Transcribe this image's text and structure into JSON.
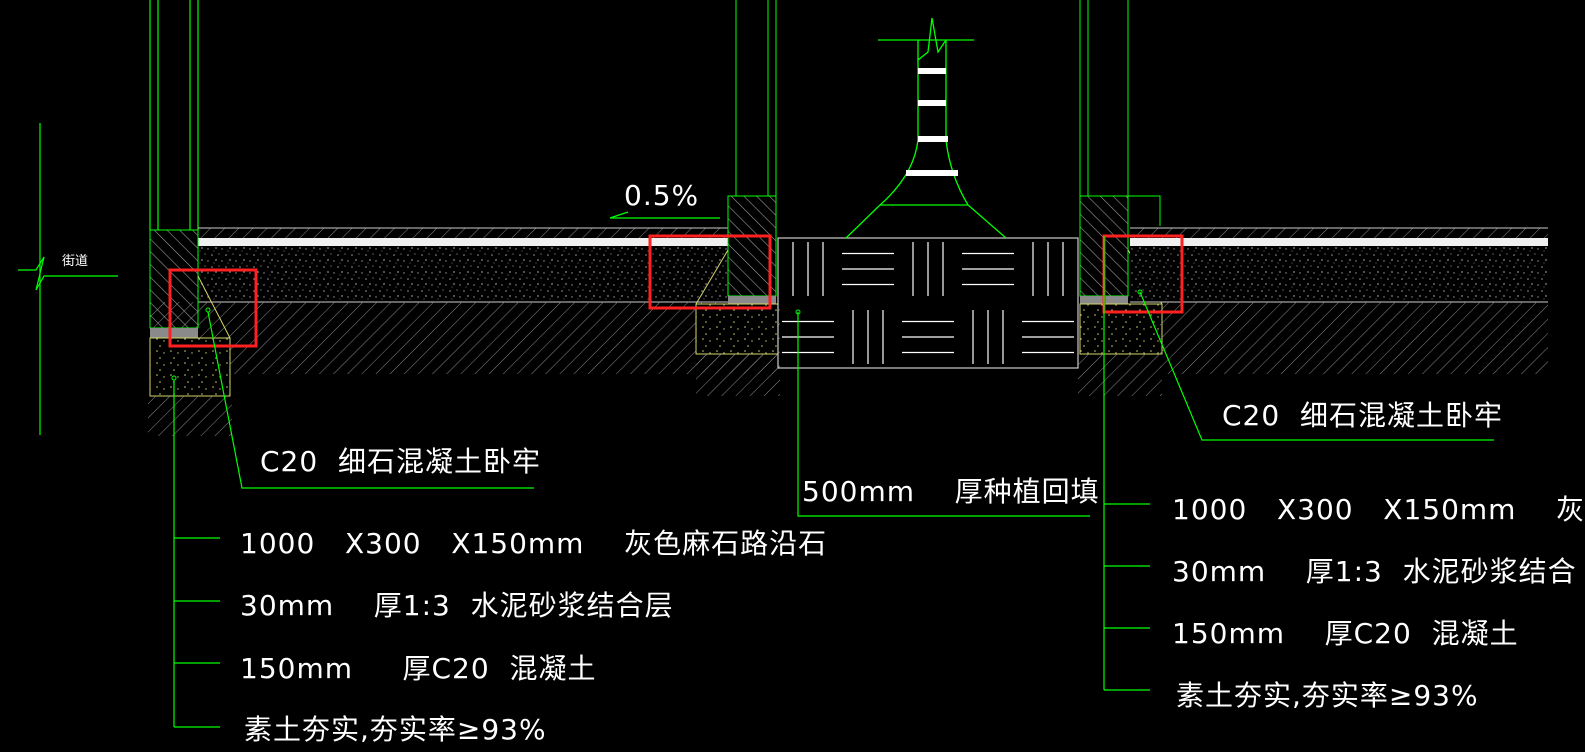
{
  "colors": {
    "background": "#000000",
    "lines": "#00ff00",
    "hatch": "#8a8a8a",
    "mortar": "#ffffff",
    "highlight": "#ff0000",
    "leader": "#00ff00",
    "cushion": "#d4d46a",
    "text": "#ffffff"
  },
  "labels": {
    "slope": "0.5%",
    "street": "街道",
    "left_callout": "C20  细石混凝土卧牢",
    "right_callout": "C20  细石混凝土卧牢",
    "planting": "500mm    厚种植回填",
    "left_layers": [
      "1000   X300   X150mm    灰色麻石路沿石",
      "30mm    厚1:3  水泥砂浆结合层",
      "150mm     厚C20  混凝土",
      "素土夯实,夯实率≥93%"
    ],
    "right_layers": [
      "1000   X300   X150mm    灰",
      "30mm    厚1:3  水泥砂浆结合",
      "150mm    厚C20  混凝土",
      "素土夯实,夯实率≥93%"
    ]
  }
}
